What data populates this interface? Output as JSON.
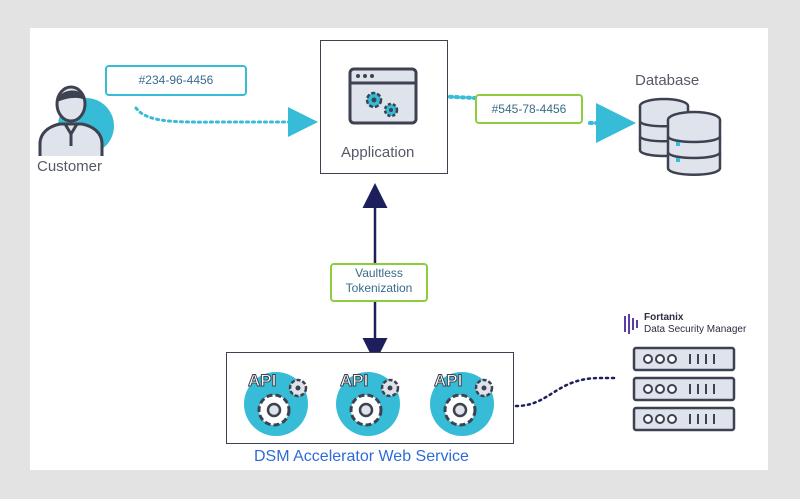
{
  "customer": {
    "label": "Customer",
    "tag": "#234-96-4456"
  },
  "application": {
    "label": "Application"
  },
  "database": {
    "label": "Database",
    "tag": "#545-78-4456"
  },
  "tokenization": {
    "line1": "Vaultless",
    "line2": "Tokenization"
  },
  "service": {
    "label": "DSM Accelerator Web Service",
    "api_badges": [
      "API",
      "API",
      "API"
    ]
  },
  "fortanix": {
    "brand": "Fortanix",
    "product": "Data Security Manager"
  },
  "colors": {
    "teal": "#36bcd6",
    "navy": "#3e4250",
    "green": "#8ccd3e",
    "dark_line": "#1d1f5c",
    "service_label": "#2d6cd8"
  },
  "icons": [
    "user-icon",
    "app-window-icon",
    "database-icon",
    "api-gear-icon",
    "server-rack-icon",
    "fortanix-logo-icon"
  ]
}
